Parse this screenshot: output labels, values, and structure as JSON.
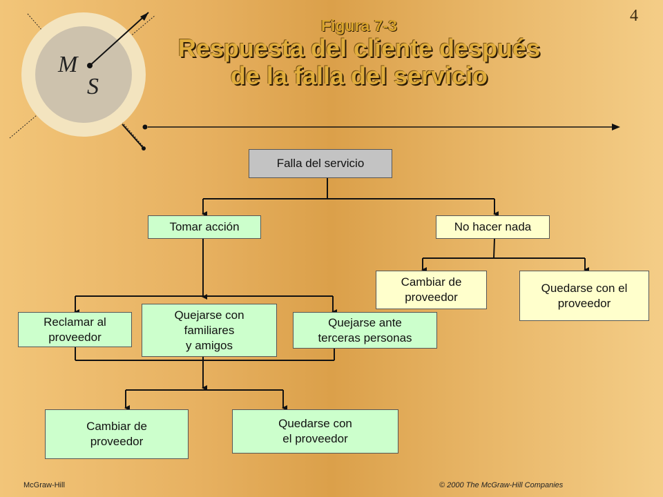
{
  "slide_number": "4",
  "logo": {
    "letter_top": "M",
    "letter_bottom": "S"
  },
  "title": {
    "figure": "Figura 7-3",
    "line1": "Respuesta del cliente después",
    "line2": "de la falla del servicio"
  },
  "colors": {
    "root_box": "#c3c3c3",
    "action_box": "#ccffcc",
    "inaction_box": "#ffffcc"
  },
  "diagram": {
    "root": "Falla del servicio",
    "take_action": "Tomar acción",
    "do_nothing": "No hacer nada",
    "switch_provider_top": "Cambiar de\nproveedor",
    "stay_provider_top": "Quedarse con el\nproveedor",
    "complain_provider": "Reclamar al\nproveedor",
    "complain_family": "Quejarse con\nfamiliares\ny amigos",
    "complain_third": "Quejarse ante\nterceras personas",
    "switch_provider_bottom": "Cambiar de\nproveedor",
    "stay_provider_bottom": "Quedarse con\nel proveedor"
  },
  "footer": {
    "publisher": "McGraw-Hill",
    "copyright": "© 2000 The McGraw-Hill Companies"
  }
}
